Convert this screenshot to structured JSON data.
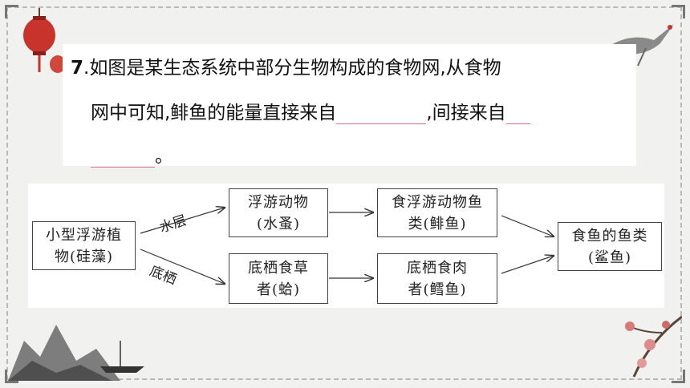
{
  "question": {
    "number": "7",
    "line1": ".如图是某生态系统中部分生物构成的食物网,从食物",
    "line2_a": "网中可知,鲱鱼的能量直接来自",
    "line2_b": ",间接来自",
    "line3_end": "。"
  },
  "food_web": {
    "producer": {
      "line1": "小型浮游植",
      "line2": "物(硅藻)"
    },
    "upper_label": "水层",
    "lower_label": "底栖",
    "zooplankton": {
      "line1": "浮游动物",
      "line2": "(水蚤)"
    },
    "benthic_herbivore": {
      "line1": "底栖食草",
      "line2": "者(蛤)"
    },
    "plankton_fish": {
      "line1": "食浮游动物鱼",
      "line2": "类(鲱鱼)"
    },
    "benthic_carnivore": {
      "line1": "底栖食肉",
      "line2": "者(鳕鱼)"
    },
    "top_predator": {
      "line1": "食鱼的鱼类",
      "line2": "(鲨鱼)"
    }
  },
  "colors": {
    "blank_underline": "#e26f8a",
    "background": "#f1f1f0"
  }
}
